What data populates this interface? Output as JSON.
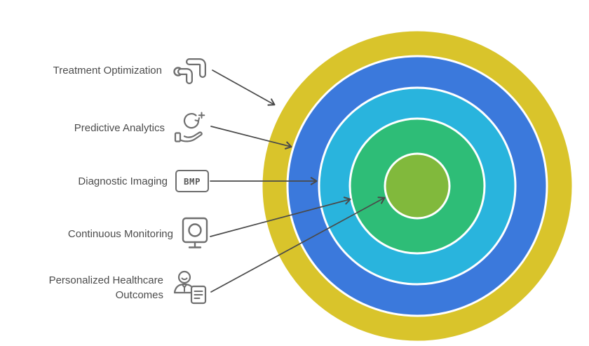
{
  "diagram": {
    "type": "onion",
    "background": "#ffffff",
    "text_color": "#4c4c4c",
    "arrow_color": "#4a4a4a",
    "icon_color": "#6f6f6f"
  },
  "rings": [
    {
      "name": "outer",
      "color": "#d9c42b"
    },
    {
      "name": "second",
      "color": "#3b79dc"
    },
    {
      "name": "third",
      "color": "#29b4dd"
    },
    {
      "name": "fourth",
      "color": "#2ebd77"
    },
    {
      "name": "center",
      "color": "#81b93c"
    }
  ],
  "labels": [
    {
      "text": "Treatment Optimization",
      "icon": "elbow-connectors-icon",
      "target_ring": "outer"
    },
    {
      "text": "Predictive Analytics",
      "icon": "hand-holding-forecast-icon",
      "target_ring": "second"
    },
    {
      "text": "Diagnostic Imaging",
      "icon": "bmp-image-file-icon",
      "icon_text": "BMP",
      "target_ring": "third"
    },
    {
      "text": "Continuous Monitoring",
      "icon": "monitor-camera-icon",
      "target_ring": "fourth"
    },
    {
      "text": "Personalized Healthcare Outcomes",
      "icon": "patient-record-icon",
      "target_ring": "center"
    }
  ]
}
